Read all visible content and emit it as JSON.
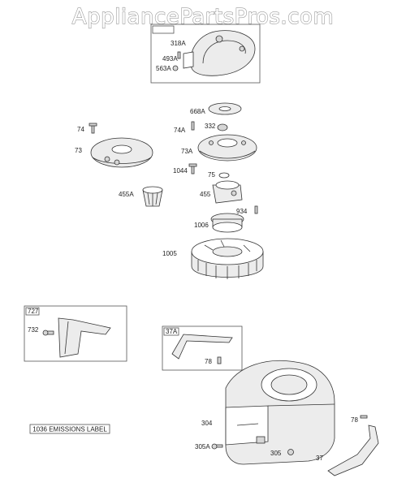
{
  "watermark": "AppliancePartsPros.com",
  "labels": {
    "l318A": "318A",
    "l493A": "493A",
    "l563A": "563A",
    "l668A": "668A",
    "l74": "74",
    "l74A": "74A",
    "l332": "332",
    "l73": "73",
    "l73A": "73A",
    "l1044": "1044",
    "l75": "75",
    "l455A": "455A",
    "l455": "455",
    "l934": "934",
    "l1006": "1006",
    "l1005": "1005",
    "l727": "727",
    "l732": "732",
    "l37A": "37A",
    "l78a": "78",
    "l304": "304",
    "l78b": "78",
    "l305A": "305A",
    "l305": "305",
    "l37": "37"
  },
  "emissions_label": "1036 EMISSIONS LABEL"
}
